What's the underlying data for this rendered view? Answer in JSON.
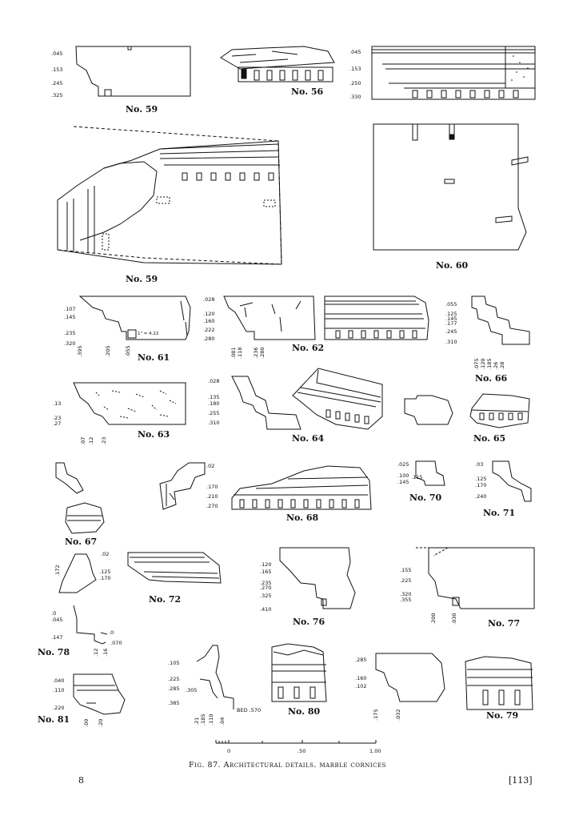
{
  "labels": {
    "n59a": "No. 59",
    "n56": "No. 56",
    "n59b": "No. 59",
    "n60": "No. 60",
    "n61": "No. 61",
    "n62": "No. 62",
    "n66": "No. 66",
    "n63": "No. 63",
    "n64": "No. 64",
    "n65": "No. 65",
    "n67": "No. 67",
    "n68": "No. 68",
    "n70": "No. 70",
    "n71": "No. 71",
    "n72": "No. 72",
    "n76": "No. 76",
    "n77": "No. 77",
    "n78": "No. 78",
    "n81": "No. 81",
    "n80": "No. 80",
    "n79": "No. 79"
  },
  "dims": {
    "d59a": [
      ".045",
      ".153",
      ".245",
      ".325"
    ],
    "d56": [
      ".045",
      ".153",
      ".250",
      ".330"
    ],
    "d61v": [
      ".107",
      ".145",
      ".235",
      ".320"
    ],
    "d61h": [
      ".395",
      ".205",
      ".055"
    ],
    "d61note": "1\" = 4.22",
    "d62v": [
      ".028",
      ".120",
      ".160",
      ".222",
      ".280"
    ],
    "d62h": [
      ".081",
      ".118",
      ".236",
      ".280"
    ],
    "d66v": [
      ".055",
      ".125",
      ".145",
      ".177",
      ".245",
      ".310"
    ],
    "d66h": [
      ".075",
      ".120",
      ".185",
      ".26",
      ".28"
    ],
    "d63v": [
      ".13",
      ".23",
      ".27"
    ],
    "d63h": [
      ".07",
      ".12",
      ".23"
    ],
    "d64v": [
      ".028",
      ".135",
      ".180",
      ".255",
      ".310"
    ],
    "d68v": [
      ".02",
      ".170",
      ".210",
      ".270"
    ],
    "d70v": [
      ".025",
      ".100",
      ".145"
    ],
    "d70b": ".115",
    "d71v": [
      ".03",
      ".125",
      ".170",
      ".240"
    ],
    "d72v": [
      ".172",
      ".02",
      ".125",
      ".170"
    ],
    "d76v": [
      ".120",
      ".165",
      ".235",
      ".270",
      ".325",
      ".410"
    ],
    "d77v": [
      ".155",
      ".225",
      ".320",
      ".355"
    ],
    "d77h": [
      ".200",
      ".030"
    ],
    "d78v": [
      ".0",
      ".045",
      ".147"
    ],
    "d78r": [
      ".0",
      ".070"
    ],
    "d78h": [
      ".12",
      ".16"
    ],
    "d81v": [
      ".040",
      ".110",
      ".220"
    ],
    "d81h": [
      ".09",
      ".20"
    ],
    "d80v": [
      ".105",
      ".225",
      ".285",
      ".385"
    ],
    "d80a": ".305",
    "d80h": [
      ".21",
      ".185",
      ".110",
      ".04"
    ],
    "d80bed": "BED .570",
    "d79v": [
      ".285",
      ".160",
      ".102"
    ],
    "d79h": [
      ".175",
      ".032"
    ]
  },
  "scale": {
    "ticks": [
      "0",
      ".50",
      "1.00"
    ]
  },
  "caption": "Fig. 87. Architectural details. marble cornices",
  "page_left": "8",
  "page_right": "[113]"
}
